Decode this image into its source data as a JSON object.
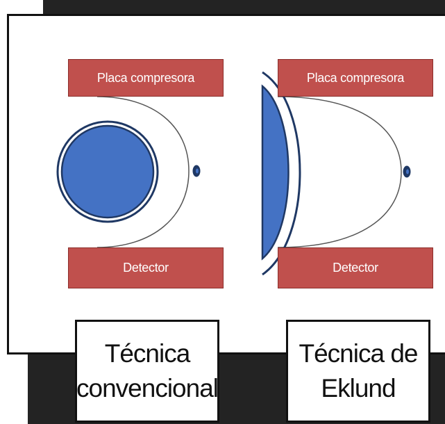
{
  "diagrams": [
    {
      "top_plate_label": "Placa compresora",
      "bottom_plate_label": "Detector",
      "caption_line1": "Técnica",
      "caption_line2": "convencional"
    },
    {
      "top_plate_label": "Placa compresora",
      "bottom_plate_label": "Detector",
      "caption_line1": "Técnica de",
      "caption_line2": "Eklund"
    }
  ],
  "colors": {
    "plate": "#c0504d",
    "implant": "#4472c4",
    "implant_border": "#1f3864",
    "background_dark": "#232323"
  }
}
